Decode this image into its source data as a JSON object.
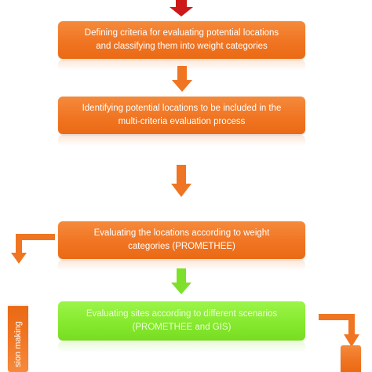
{
  "flowchart": {
    "steps": [
      {
        "line1": "Defining criteria for evaluating potential locations",
        "line2": "and classifying them into weight categories"
      },
      {
        "line1": "Identifying potential locations to be included in the",
        "line2": "multi-criteria evaluation process"
      },
      {
        "line1": "Evaluating the locations according to weight",
        "line2": "categories (PROMETHEE)"
      },
      {
        "line1": "Evaluating sites according to different scenarios",
        "line2": "(PROMETHEE and GIS)"
      }
    ],
    "side_left_label": "sion making",
    "colors": {
      "box": "#f07522",
      "highlight_box": "#84e82c",
      "top_arrow": "#cc1818",
      "arrow": "#f07522",
      "highlight_arrow": "#7ee02a"
    }
  }
}
